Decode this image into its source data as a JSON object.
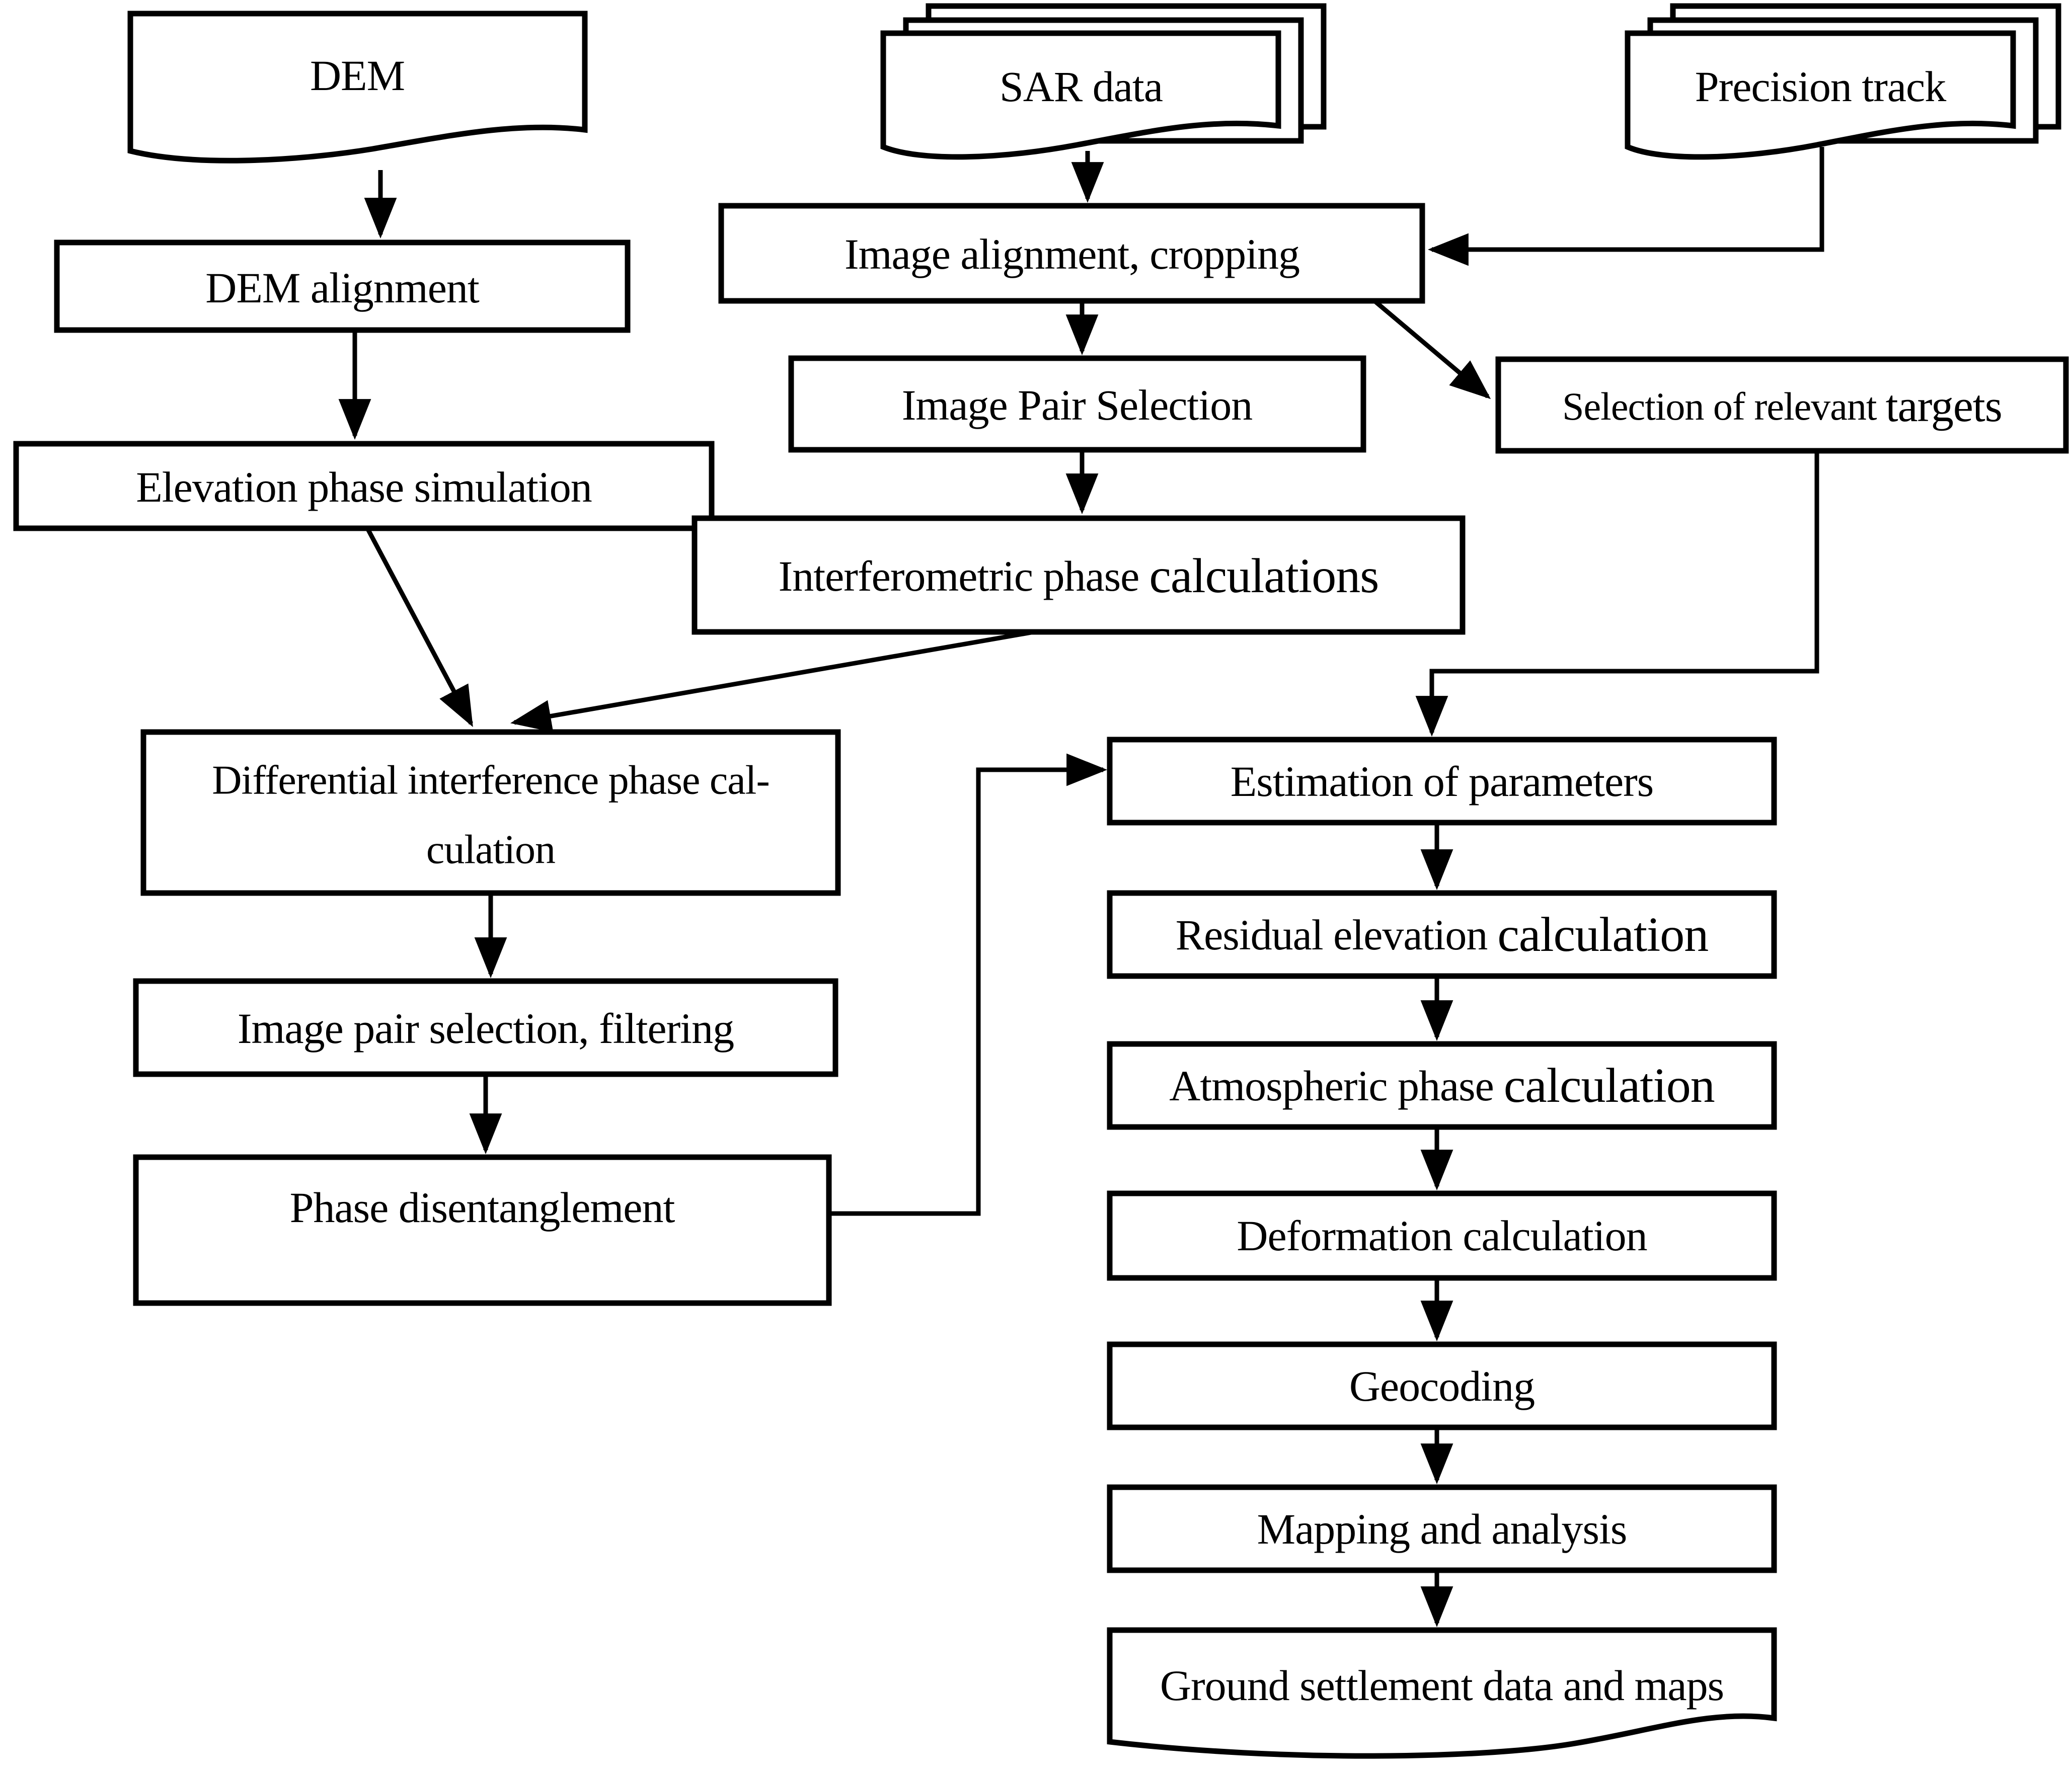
{
  "diagram": {
    "type": "flowchart",
    "colors": {
      "stroke": "#000000",
      "background": "#ffffff",
      "text": "#000000"
    },
    "nodes": {
      "dem": {
        "shape": "document",
        "label": "DEM"
      },
      "dem_alignment": {
        "shape": "process",
        "label": "DEM alignment"
      },
      "elevation_phase": {
        "shape": "process",
        "label": "Elevation phase simulation"
      },
      "sar_data": {
        "shape": "document-stack",
        "label": "SAR data"
      },
      "precision_track": {
        "shape": "document-stack",
        "label": "Precision track"
      },
      "image_alignment": {
        "shape": "process",
        "label": "Image alignment, cropping"
      },
      "image_pair_selection": {
        "shape": "process",
        "label": "Image Pair Selection"
      },
      "selection_targets": {
        "shape": "process",
        "pre": "Selection of relevant",
        "em": "targets"
      },
      "interferometric": {
        "shape": "process",
        "pre": "Interferometric phase",
        "em": "calculations"
      },
      "differential": {
        "shape": "process",
        "line1": "Differential interference phase cal-",
        "line2": "culation"
      },
      "pair_filtering": {
        "shape": "process",
        "label": "Image pair selection, filtering"
      },
      "phase_disentanglement": {
        "shape": "process",
        "label": "Phase disentanglement"
      },
      "estimation": {
        "shape": "process",
        "label": "Estimation of parameters"
      },
      "residual": {
        "shape": "process",
        "pre": "Residual elevation",
        "em": "calculation"
      },
      "atmospheric": {
        "shape": "process",
        "pre": "Atmospheric phase",
        "em": "calculation"
      },
      "deformation": {
        "shape": "process",
        "label": "Deformation calculation"
      },
      "geocoding": {
        "shape": "process",
        "label": "Geocoding"
      },
      "mapping": {
        "shape": "process",
        "label": "Mapping and analysis"
      },
      "ground_settlement": {
        "shape": "document",
        "label": "Ground settlement data and maps"
      }
    },
    "edges": [
      {
        "from": "dem",
        "to": "dem_alignment"
      },
      {
        "from": "dem_alignment",
        "to": "elevation_phase"
      },
      {
        "from": "elevation_phase",
        "to": "differential"
      },
      {
        "from": "sar_data",
        "to": "image_alignment"
      },
      {
        "from": "precision_track",
        "to": "image_alignment"
      },
      {
        "from": "image_alignment",
        "to": "image_pair_selection"
      },
      {
        "from": "image_alignment",
        "to": "selection_targets"
      },
      {
        "from": "image_pair_selection",
        "to": "interferometric"
      },
      {
        "from": "interferometric",
        "to": "differential"
      },
      {
        "from": "differential",
        "to": "pair_filtering"
      },
      {
        "from": "pair_filtering",
        "to": "phase_disentanglement"
      },
      {
        "from": "phase_disentanglement",
        "to": "estimation"
      },
      {
        "from": "selection_targets",
        "to": "estimation"
      },
      {
        "from": "estimation",
        "to": "residual"
      },
      {
        "from": "residual",
        "to": "atmospheric"
      },
      {
        "from": "atmospheric",
        "to": "deformation"
      },
      {
        "from": "deformation",
        "to": "geocoding"
      },
      {
        "from": "geocoding",
        "to": "mapping"
      },
      {
        "from": "mapping",
        "to": "ground_settlement"
      }
    ]
  }
}
